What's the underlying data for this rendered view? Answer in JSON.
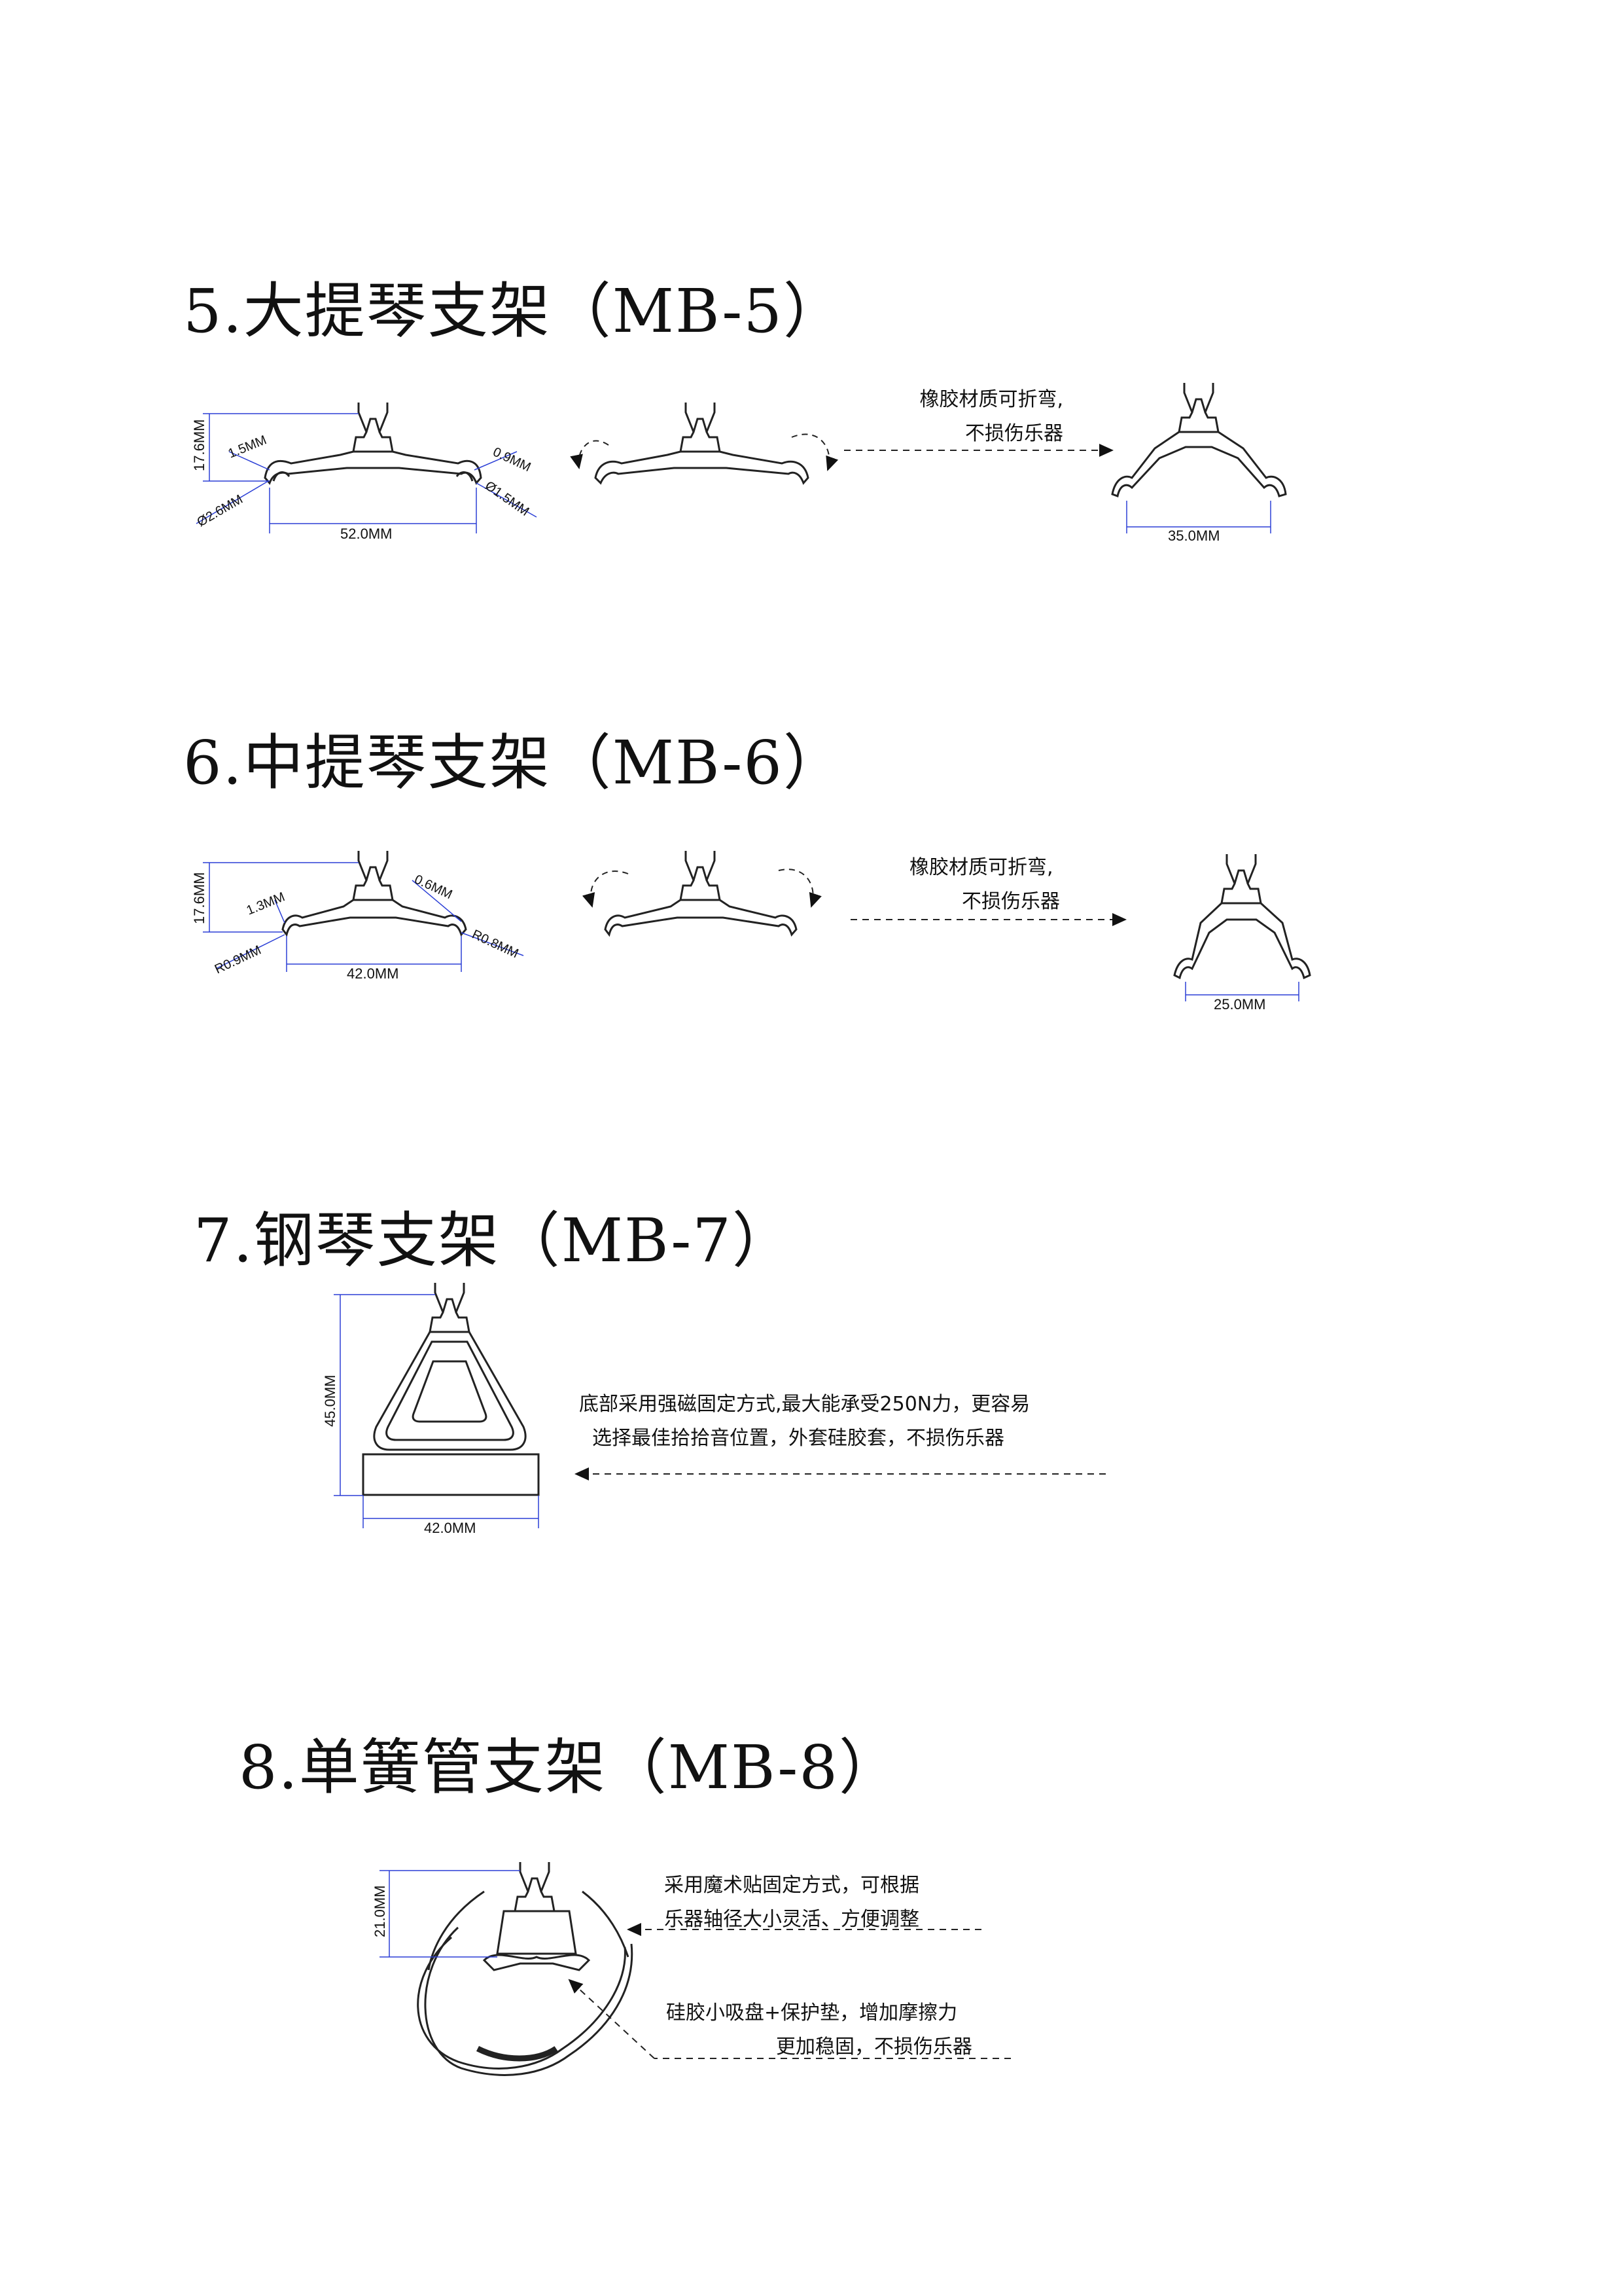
{
  "sections": [
    {
      "title": "5.大提琴支架（MB-5）",
      "dims": {
        "height": "17.6MM",
        "left_top": "1.5MM",
        "left_dia": "Ø2.6MM",
        "width": "52.0MM",
        "right_top": "0.9MM",
        "right_dia": "Ø1.5MM",
        "bent_width": "35.0MM"
      },
      "note": [
        "橡胶材质可折弯,",
        "不损伤乐器"
      ]
    },
    {
      "title": "6.中提琴支架（MB-6）",
      "dims": {
        "height": "17.6MM",
        "left_top": "1.3MM",
        "left_r": "R0.9MM",
        "width": "42.0MM",
        "right_top": "0.6MM",
        "right_r": "R0.8MM",
        "bent_width": "25.0MM"
      },
      "note": [
        "橡胶材质可折弯,",
        "不损伤乐器"
      ]
    },
    {
      "title": "7.钢琴支架（MB-7）",
      "dims": {
        "height": "45.0MM",
        "width": "42.0MM"
      },
      "note": [
        "底部采用强磁固定方式,最大能承受250N力，更容易",
        "选择最佳拾拾音位置，外套硅胶套，不损伤乐器"
      ]
    },
    {
      "title": "8.单簧管支架（MB-8）",
      "dims": {
        "height": "21.0MM"
      },
      "note": [
        "采用魔术贴固定方式，可根据",
        "乐器轴径大小灵活、方便调整"
      ],
      "note2": [
        "硅胶小吸盘+保护垫，增加摩擦力",
        "更加稳固，不损伤乐器"
      ]
    }
  ]
}
